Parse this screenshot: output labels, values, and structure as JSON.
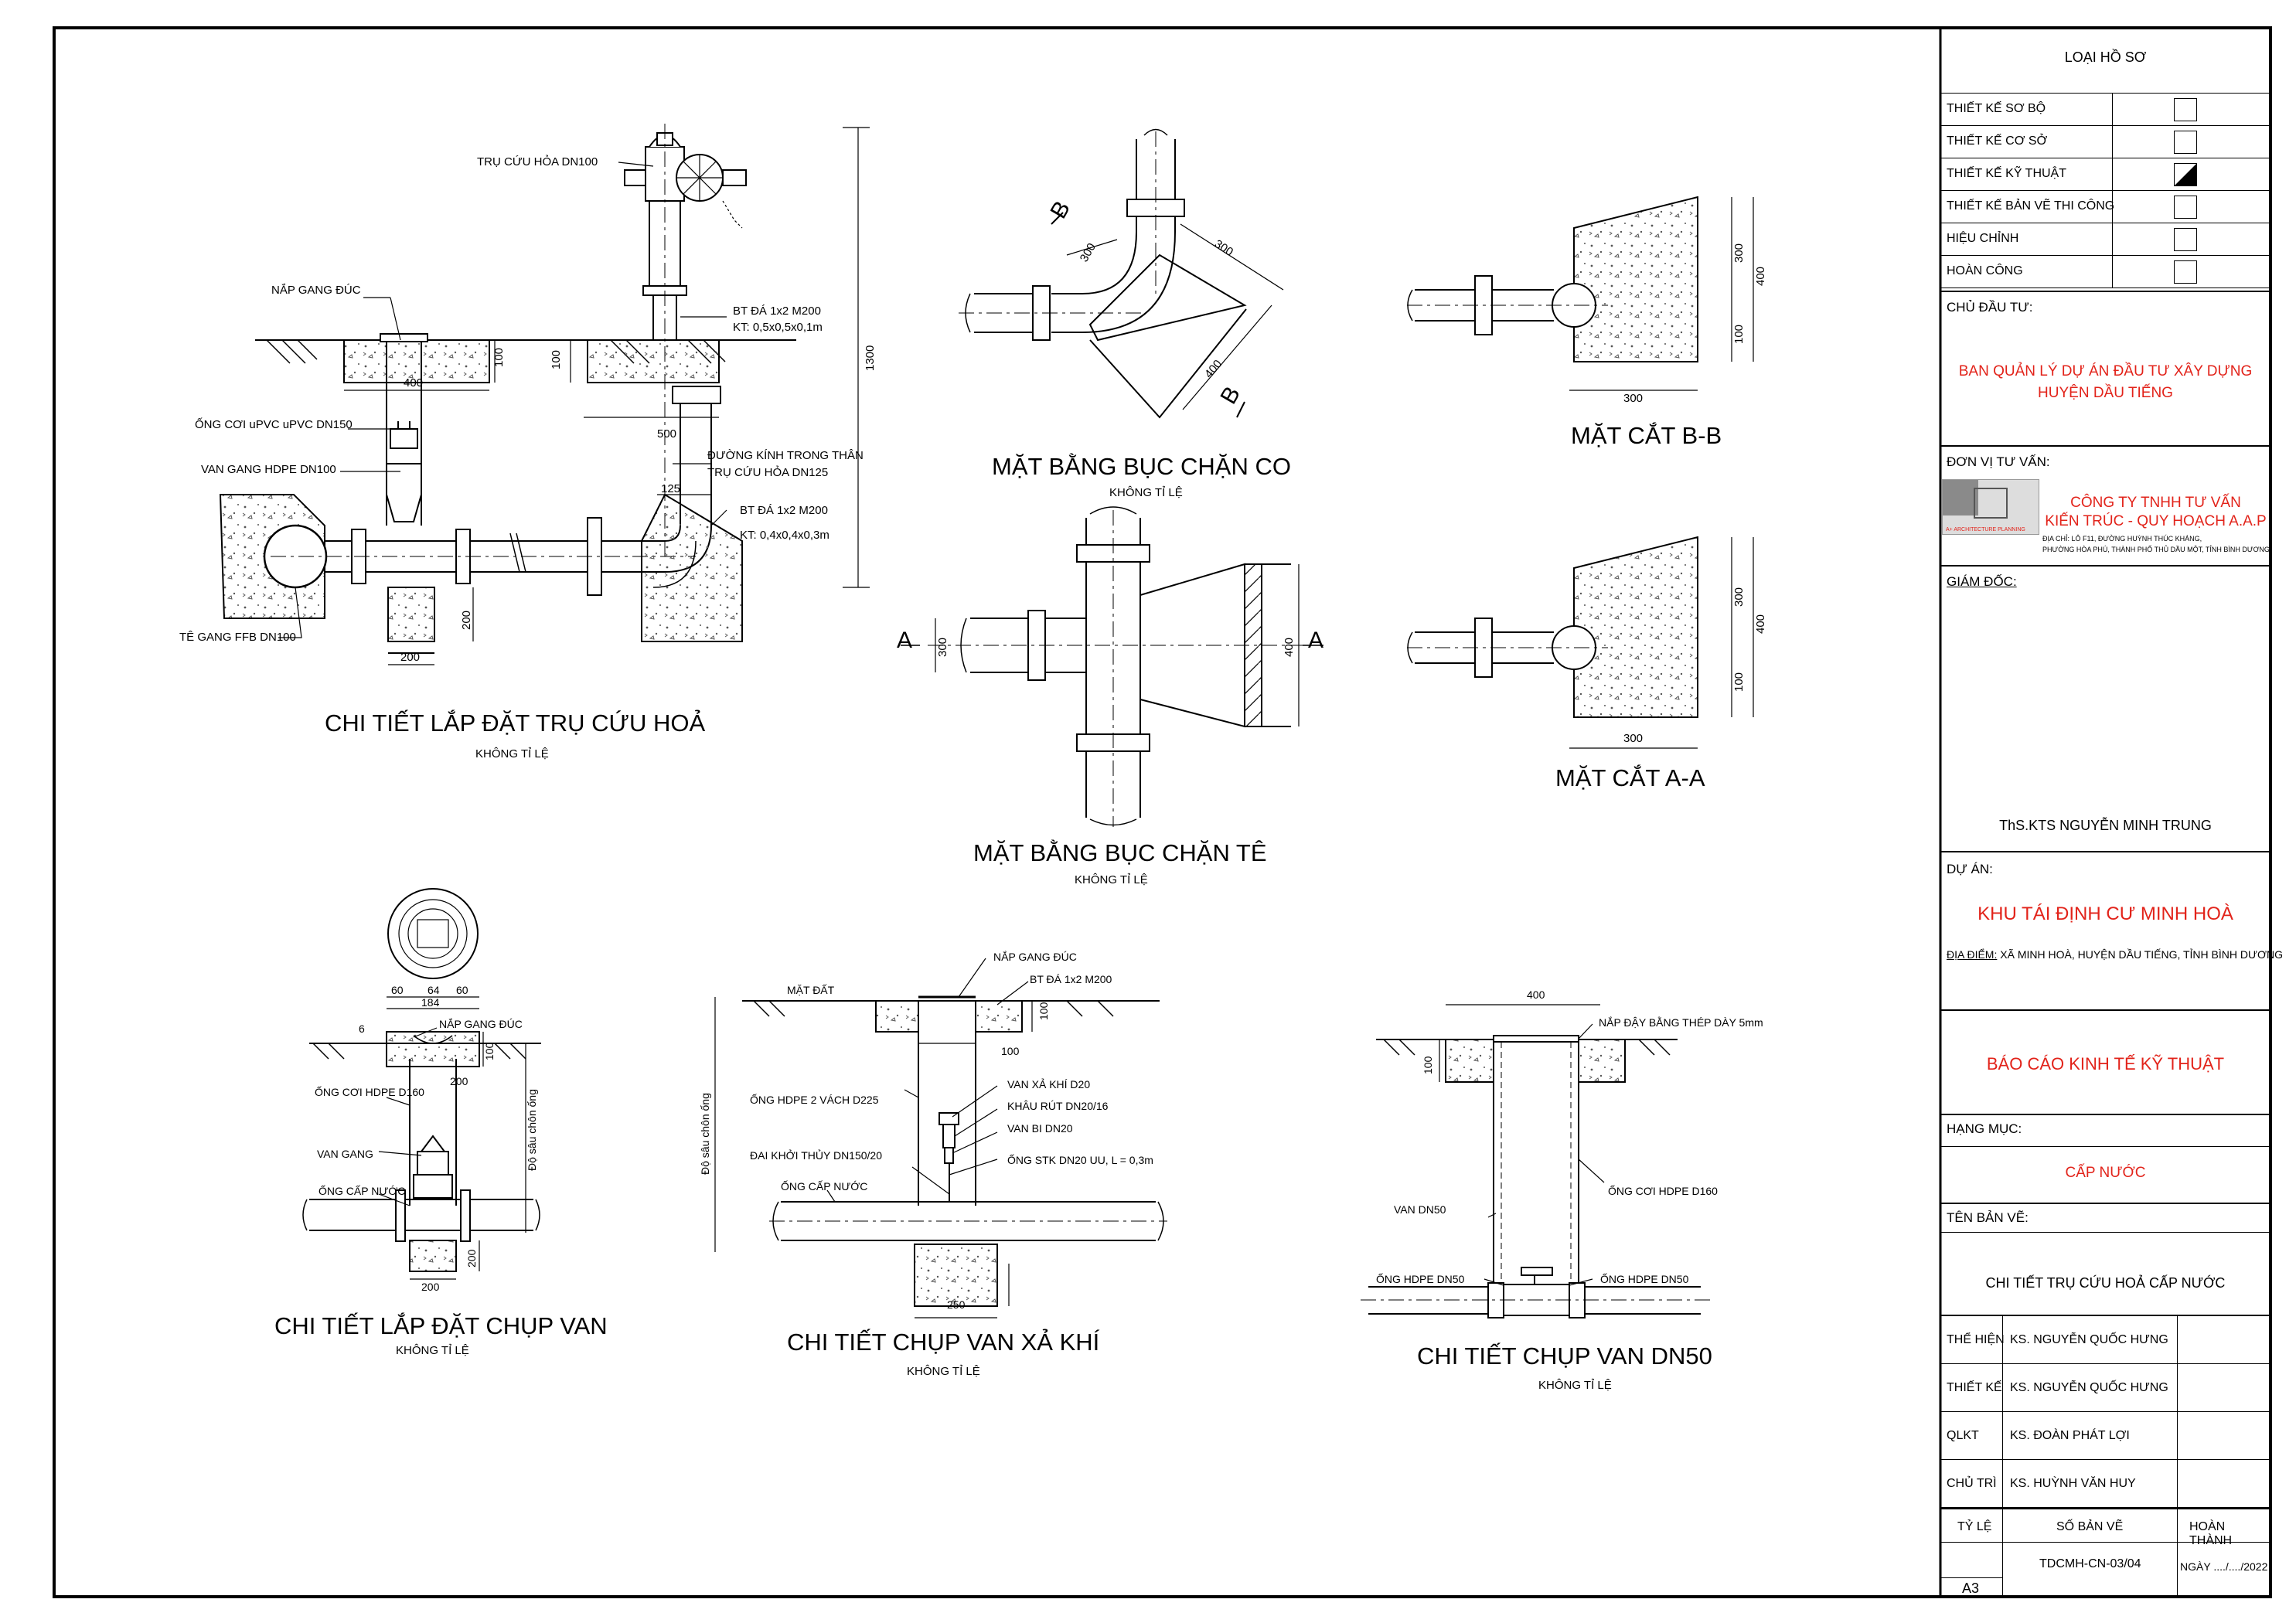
{
  "drawing": {
    "hydrant": {
      "title": "CHI TIẾT LẮP ĐẶT TRỤ CỨU HOẢ",
      "scale": "KHÔNG TỈ LỆ",
      "labels": {
        "hydrant": "TRỤ CỨU HỎA DN100",
        "cap": "NẮP GANG ĐÚC",
        "pipe_sleeve": "ỐNG CƠI uPVC uPVC DN150",
        "valve": "VAN GANG HDPE DN100",
        "tee": "TÊ GANG FFB DN100",
        "concrete1": "BT ĐÁ 1x2 M200",
        "kt1": "KT: 0,5x0,5x0,1m",
        "inner_dia1": "ĐƯỜNG KÍNH TRONG THÂN",
        "inner_dia2": "TRỤ CỨU HỎA DN125",
        "concrete2": "BT ĐÁ 1x2 M200",
        "kt2": "KT: 0,4x0,4x0,3m"
      },
      "dims": {
        "d100a": "100",
        "d400": "400",
        "d100b": "100",
        "d500": "500",
        "d125": "125",
        "d1300": "1300",
        "d200a": "200",
        "d200b": "200"
      }
    },
    "elbow": {
      "title": "MẶT BẰNG BỤC CHẶN CO",
      "scale": "KHÔNG TỈ LỆ",
      "section": "B",
      "dims": {
        "d300a": "300",
        "d300b": "300",
        "d400": "400"
      }
    },
    "sec_bb": {
      "title": "MẶT CẮT B-B",
      "dims": {
        "d300": "300",
        "d400": "400",
        "d100": "100",
        "d300w": "300"
      }
    },
    "tee": {
      "title": "MẶT BẰNG BỤC CHẶN TÊ",
      "scale": "KHÔNG TỈ LỆ",
      "section": "A",
      "dims": {
        "d300": "300",
        "d400": "400"
      }
    },
    "sec_aa": {
      "title": "MẶT CẮT A-A",
      "dims": {
        "d300": "300",
        "d400": "400",
        "d100": "100",
        "d300w": "300"
      }
    },
    "valve_box": {
      "title": "CHI TIẾT LẮP ĐẶT CHỤP VAN",
      "scale": "KHÔNG TỈ LỆ",
      "labels": {
        "cap": "NẮP GANG ĐÚC",
        "sleeve": "ỐNG CƠI HDPE D160",
        "valve": "VAN GANG",
        "pipe": "ỐNG CẤP NƯỚC",
        "depth": "Độ sâu chôn ống"
      },
      "dims": {
        "d60a": "60",
        "d64": "64",
        "d60b": "60",
        "d184": "184",
        "d6": "6",
        "d100": "100",
        "d200a": "200",
        "d200b": "200",
        "d200c": "200"
      }
    },
    "air_valve": {
      "title": "CHI TIẾT CHỤP VAN XẢ KHÍ",
      "scale": "KHÔNG TỈ LỆ",
      "labels": {
        "cap": "NẮP GANG ĐÚC",
        "concrete": "BT ĐÁ 1x2 M200",
        "ground": "MẶT ĐẤT",
        "hdpe": "ỐNG HDPE 2 VÁCH D225",
        "air": "VAN XẢ KHÍ D20",
        "reducer": "KHÂU RÚT DN20/16",
        "ball": "VAN BI DN20",
        "saddle": "ĐAI KHỞI THỦY DN150/20",
        "stk": "ỐNG STK DN20 UU, L = 0,3m",
        "pipe": "ỐNG CẤP NƯỚC",
        "depth": "Độ sâu chôn ống"
      },
      "dims": {
        "d100a": "100",
        "d100b": "100",
        "d250": "250"
      }
    },
    "dn50": {
      "title": "CHI TIẾT CHỤP VAN DN50",
      "scale": "KHÔNG TỈ LỆ",
      "labels": {
        "cap": "NẮP ĐẬY BẰNG THÉP DÀY 5mm",
        "sleeve": "ỐNG CƠI HDPE D160",
        "valve": "VAN   DN50",
        "pipe_l": "ỐNG HDPE DN50",
        "pipe_r": "ỐNG HDPE DN50"
      },
      "dims": {
        "d400": "400",
        "d100": "100"
      }
    }
  },
  "title_block": {
    "doc_type_title": "LOẠI HỒ SƠ",
    "doc_types": [
      {
        "label": "THIẾT KẾ SƠ BỘ",
        "checked": false
      },
      {
        "label": "THIẾT KẾ CƠ SỞ",
        "checked": false
      },
      {
        "label": "THIẾT KẾ KỸ THUẬT",
        "checked": true
      },
      {
        "label": "THIẾT KẾ BẢN VẼ THI CÔNG",
        "checked": false
      },
      {
        "label": "HIỆU CHỈNH",
        "checked": false
      },
      {
        "label": "HOÀN CÔNG",
        "checked": false
      }
    ],
    "owner_label": "CHỦ ĐẦU TƯ:",
    "owner_line1": "BAN QUẢN LÝ DỰ ÁN ĐẦU TƯ XÂY DỰNG",
    "owner_line2": "HUYỆN DẦU TIẾNG",
    "consultant_label": "ĐƠN VỊ TƯ VẤN:",
    "consultant_line1": "CÔNG TY TNHH TƯ VẤN",
    "consultant_line2": "KIẾN TRÚC - QUY HOẠCH A.A.P",
    "consultant_addr1": "ĐỊA CHỈ: LÔ F11, ĐƯỜNG HUỲNH THÚC KHÁNG,",
    "consultant_addr2": "PHƯỜNG HÒA PHÚ, THÀNH PHỐ THỦ DẦU MỘT, TỈNH BÌNH DƯƠNG",
    "logo_text": "A+ ARCHITECTURE PLANNING",
    "director_label": "GIÁM ĐỐC:",
    "director_name": "ThS.KTS NGUYỄN MINH TRUNG",
    "project_label": "DỰ ÁN:",
    "project_name": "KHU TÁI ĐỊNH CƯ MINH HOÀ",
    "location_label": "ĐỊA ĐIỂM:",
    "location": "XÃ MINH HOÀ, HUYỆN DẦU TIẾNG, TỈNH BÌNH DƯƠNG",
    "report": "BÁO CÁO KINH TẾ KỸ THUẬT",
    "item_label": "HẠNG MỤC:",
    "item": "CẤP NƯỚC",
    "sheet_name_label": "TÊN BẢN VẼ:",
    "sheet_name": "CHI TIẾT TRỤ CỨU HOẢ CẤP NƯỚC",
    "staff": [
      {
        "role": "THỂ HIỆN",
        "name": "KS. NGUYỄN QUỐC HƯNG"
      },
      {
        "role": "THIẾT KẾ",
        "name": "KS. NGUYỄN QUỐC HƯNG"
      },
      {
        "role": "QLKT",
        "name": "KS. ĐOÀN PHÁT LỢI"
      },
      {
        "role": "CHỦ TRÌ",
        "name": "KS. HUỲNH VĂN HUY"
      }
    ],
    "scale_label": "TỶ LỆ",
    "sheet_no_label": "SỐ BẢN VẼ",
    "done_label": "HOÀN THÀNH",
    "paper": "A3",
    "sheet_no": "TDCMH-CN-03/04",
    "date": "NGÀY ..../..../2022"
  },
  "colors": {
    "line": "#000000",
    "accent": "#e2231a",
    "hatch": "#777777"
  }
}
